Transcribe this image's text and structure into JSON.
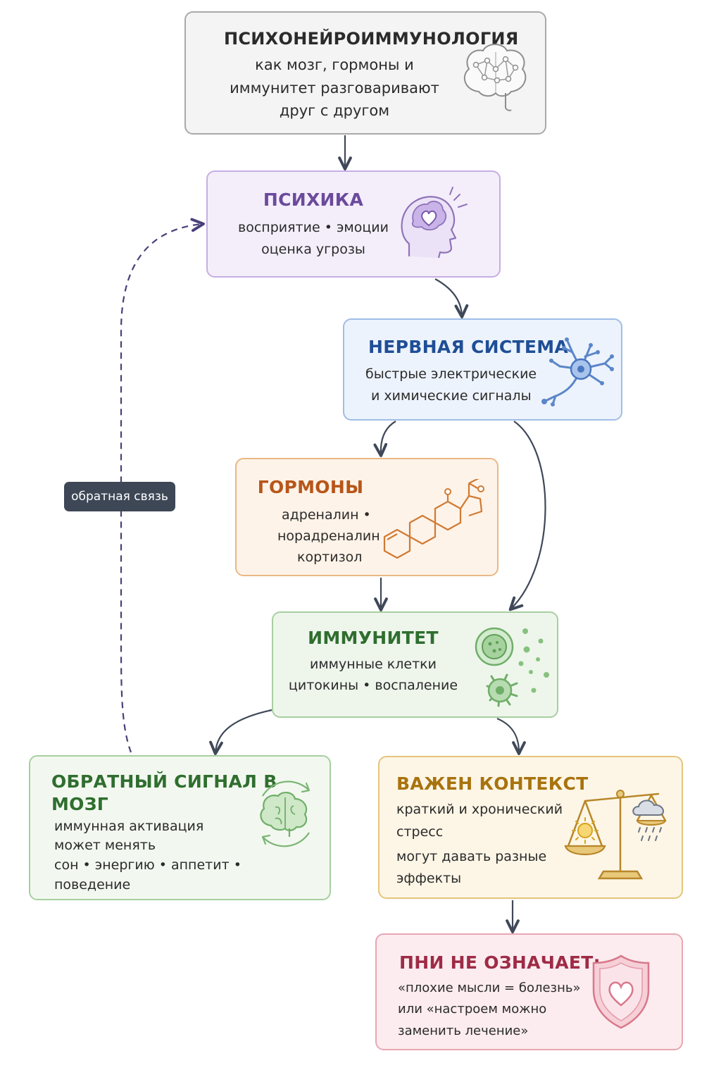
{
  "pni": {
    "title": "ПСИХОНЕЙРОИММУНОЛОГИЯ",
    "lines": [
      "как мозг, гормоны и",
      "иммунитет разговаривают",
      "друг с другом"
    ],
    "icon": "brain-network-icon"
  },
  "psyche": {
    "title": "ПСИХИКА",
    "lines": [
      "восприятие • эмоции",
      "оценка угрозы"
    ],
    "icon": "head-heart-icon"
  },
  "nervous": {
    "title": "НЕРВНАЯ СИСТЕМА",
    "lines": [
      "быстрые электрические",
      "и химические сигналы"
    ],
    "icon": "neuron-icon"
  },
  "hormones": {
    "title": "ГОРМОНЫ",
    "lines": [
      "адреналин •",
      "норадреналин",
      "кортизол"
    ],
    "icon": "steroid-molecule-icon"
  },
  "immunity": {
    "title": "ИММУНИТЕТ",
    "lines": [
      "иммунные клетки",
      "цитокины • воспаление"
    ],
    "icon": "immune-cells-icon"
  },
  "feedback_signal": {
    "title_lines": [
      "ОБРАТНЫЙ СИГНАЛ В",
      "МОЗГ"
    ],
    "lines": [
      "иммунная активация",
      "может менять",
      "сон • энергию • аппетит •",
      "поведение"
    ],
    "icon": "brain-cycle-icon"
  },
  "context": {
    "title": "ВАЖЕН КОНТЕКСТ",
    "lines": [
      "краткий и хронический",
      "стресс",
      "могут давать разные",
      "эффекты"
    ],
    "icon": "balance-scale-icon"
  },
  "not_means": {
    "title": "ПНИ НЕ ОЗНАЧАЕТ:",
    "lines": [
      "«плохие мысли = болезнь»",
      "или «настроем можно",
      "заменить лечение»"
    ],
    "icon": "shield-heart-icon"
  },
  "feedback_label": "обратная связь",
  "colors": {
    "psyche": "#6b4a9c",
    "nervous": "#1f4e96",
    "hormones": "#b7561a",
    "immunity": "#2f6e2f",
    "context": "#a8730e",
    "not_means": "#9e2b46",
    "arrow": "#3f4858",
    "feedback_arrow": "#4a3f7a"
  }
}
